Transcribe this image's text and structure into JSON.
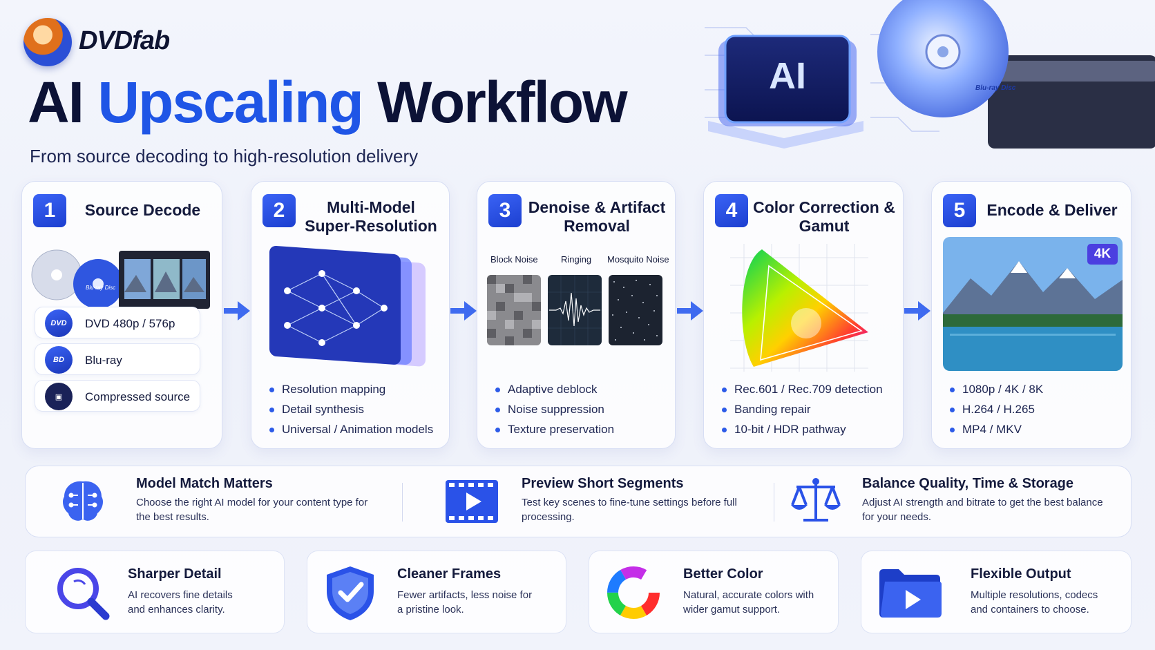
{
  "brand": {
    "name": "DVDfab"
  },
  "header": {
    "title_part1": "AI",
    "title_highlight": "Upscaling",
    "title_part3": "Workflow",
    "subtitle": "From source decoding to high-resolution delivery"
  },
  "hero": {
    "chip_label": "AI",
    "disc_label": "Blu-ray Disc"
  },
  "colors": {
    "accent": "#1f55e6",
    "step_badge": "#2a52e8",
    "title_dark": "#0c1236"
  },
  "steps": [
    {
      "number": "1",
      "title": "Source Decode",
      "sources": [
        {
          "label": "DVD 480p / 576p",
          "icon": "dvd-icon",
          "icon_text": "DVD"
        },
        {
          "label": "Blu-ray",
          "icon": "blu-ray-icon",
          "icon_text": "BD"
        },
        {
          "label": "Compressed source",
          "icon": "film-icon",
          "icon_text": "▣"
        }
      ],
      "disc_label": "Blu-ray Disc"
    },
    {
      "number": "2",
      "title": "Multi-Model Super-Resolution",
      "bullets": [
        "Resolution mapping",
        "Detail synthesis",
        "Universal / Animation models"
      ]
    },
    {
      "number": "3",
      "title": "Denoise & Artifact Removal",
      "noise_types": [
        "Block Noise",
        "Ringing",
        "Mosquito Noise"
      ],
      "bullets": [
        "Adaptive deblock",
        "Noise suppression",
        "Texture preservation"
      ]
    },
    {
      "number": "4",
      "title": "Color Correction & Gamut",
      "bullets": [
        "Rec.601 / Rec.709 detection",
        "Banding repair",
        "10-bit / HDR pathway"
      ]
    },
    {
      "number": "5",
      "title": "Encode & Deliver",
      "badge": "4K",
      "bullets": [
        "1080p / 4K / 8K",
        "H.264 / H.265",
        "MP4 / MKV"
      ]
    }
  ],
  "tips": [
    {
      "title": "Model Match Matters",
      "desc": "Choose the right AI model for your content type for the best results.",
      "icon": "brain-circuit-icon"
    },
    {
      "title": "Preview Short Segments",
      "desc": "Test key scenes to fine-tune settings before full processing.",
      "icon": "film-play-icon"
    },
    {
      "title": "Balance Quality, Time & Storage",
      "desc": "Adjust AI strength and bitrate to get the best balance for your needs.",
      "icon": "scales-icon"
    }
  ],
  "benefits": [
    {
      "title": "Sharper Detail",
      "desc": "AI recovers fine details and enhances clarity.",
      "icon": "magnifier-icon"
    },
    {
      "title": "Cleaner Frames",
      "desc": "Fewer artifacts, less noise for a pristine look.",
      "icon": "shield-check-icon"
    },
    {
      "title": "Better Color",
      "desc": "Natural, accurate colors with wider gamut support.",
      "icon": "color-wheel-icon"
    },
    {
      "title": "Flexible Output",
      "desc": "Multiple resolutions, codecs and containers to choose.",
      "icon": "folder-play-icon"
    }
  ]
}
